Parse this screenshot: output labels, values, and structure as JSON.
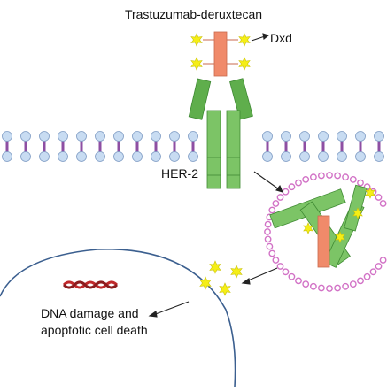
{
  "labels": {
    "drug_name": "Trastuzumab-deruxtecan",
    "payload": "Dxd",
    "receptor": "HER-2",
    "dna_outcome": "DNA damage and apoptotic cell death"
  },
  "colors": {
    "antibody_green": "#5fae4c",
    "antibody_green_light": "#7cc466",
    "linker_salmon": "#f08a6a",
    "payload_yellow": "#f5ee16",
    "membrane_head": "#c8dcf2",
    "membrane_tail": "#8e4fa3",
    "endosome_dot": "#d272c6",
    "nucleus_line": "#3b5f8f",
    "dna_red": "#c0292b"
  }
}
